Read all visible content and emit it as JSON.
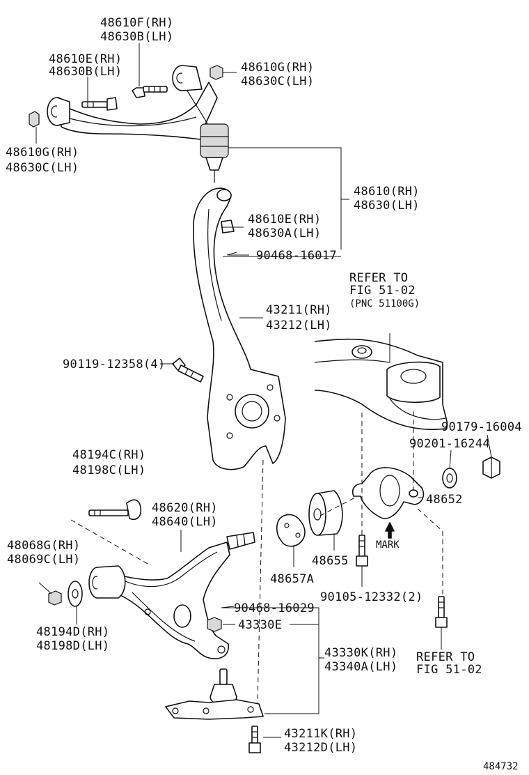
{
  "labels": {
    "upper_arm_bolt_front": [
      "48610F(RH)",
      "48630B(LH)"
    ],
    "upper_arm_bolt_rear": [
      "48610E(RH)",
      "48630B(LH)"
    ],
    "upper_arm_nut_right": [
      "48610G(RH)",
      "48630C(LH)"
    ],
    "upper_arm_nut_left": [
      "48610G(RH)",
      "48630C(LH)"
    ],
    "upper_arm": [
      "48610(RH)",
      "48630(LH)"
    ],
    "upper_arm_nut": [
      "48610E(RH)",
      "48630A(LH)"
    ],
    "cotter_pin_upper": "90468-16017",
    "refer_fig_1": [
      "REFER TO",
      "FIG 51-02",
      "(PNC 51100G)"
    ],
    "knuckle": [
      "43211(RH)",
      "43212(LH)"
    ],
    "knuckle_bolt": "90119-12358(4)",
    "nut_90179": "90179-16004",
    "washer_90201": "90201-16244",
    "lower_arm_bolt": [
      "48194C(RH)",
      "48198C(LH)"
    ],
    "bracket": "48652",
    "lower_arm": [
      "48620(RH)",
      "48640(LH)"
    ],
    "lower_arm_nut": [
      "48068G(RH)",
      "48069C(LH)"
    ],
    "mark": "MARK",
    "bushing": "48655",
    "stopper": "48657A",
    "bolt_90105": "90105-12332(2)",
    "cotter_pin_lower": "90468-16029",
    "nut_43330E": "43330E",
    "lower_arm_washer": [
      "48194D(RH)",
      "48198D(LH)"
    ],
    "ball_joint": [
      "43330K(RH)",
      "43340A(LH)"
    ],
    "refer_fig_2": [
      "REFER TO",
      "FIG 51-02"
    ],
    "ball_joint_bolt": [
      "43211K(RH)",
      "43212D(LH)"
    ],
    "figure_number": "484732"
  }
}
